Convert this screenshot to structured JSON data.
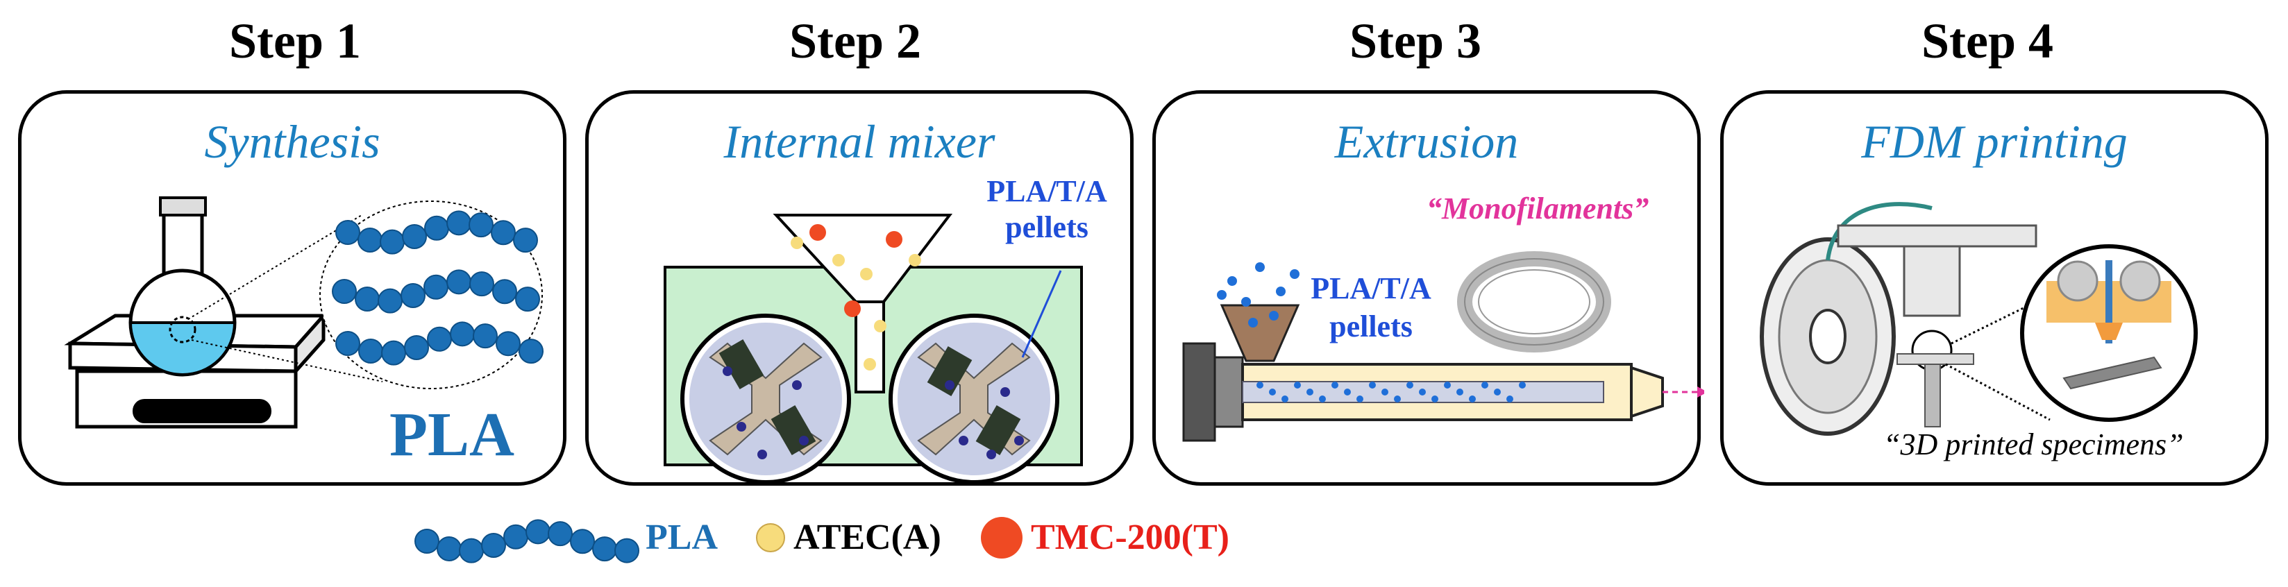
{
  "steps": [
    {
      "step_label": "Step 1",
      "title": "Synthesis",
      "product": "PLA"
    },
    {
      "step_label": "Step 2",
      "title": "Internal mixer",
      "pellet_label_1": "PLA/T/A",
      "pellet_label_2": "pellets"
    },
    {
      "step_label": "Step 3",
      "title": "Extrusion",
      "output_label": "“Monofilaments”",
      "pellet_label_1": "PLA/T/A",
      "pellet_label_2": "pellets"
    },
    {
      "step_label": "Step 4",
      "title": "FDM printing",
      "output_label": "“3D printed specimens”"
    }
  ],
  "legend": {
    "pla": "PLA",
    "atec": "ATEC(A)",
    "tmc": "TMC-200(T)"
  },
  "colors": {
    "pla_blue": "#1b6fb5",
    "atec_yellow": "#f7dc7c",
    "tmc_red": "#ef4a23",
    "title_blue": "#1b7fc0",
    "magenta": "#e2339b",
    "legend_red": "#e8201a"
  }
}
